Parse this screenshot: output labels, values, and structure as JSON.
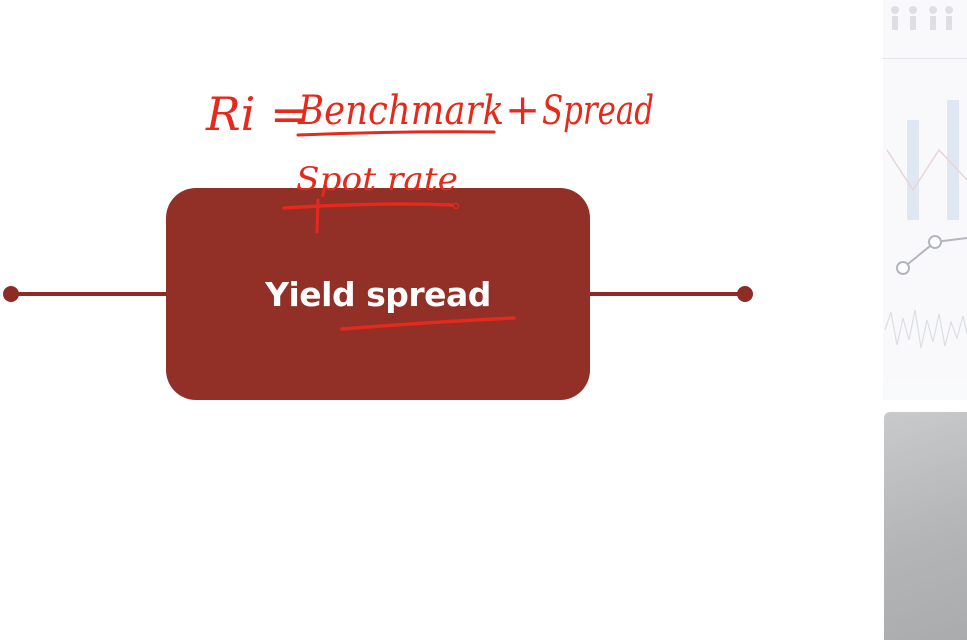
{
  "diagram": {
    "box_label": "Yield spread",
    "colors": {
      "box_fill": "#922f27",
      "connector": "#8e2b24",
      "box_text": "#ffffff",
      "annotation_ink": "#e42a1c"
    }
  },
  "annotations": {
    "equation_lhs": "Ri =",
    "term_benchmark": "Benchmark",
    "plus_sign": "+",
    "term_spread": "Spread",
    "note_spot_rate": "Spot rate"
  },
  "side_panel": {
    "video_thumbnail_color": "#b3b5b7"
  }
}
